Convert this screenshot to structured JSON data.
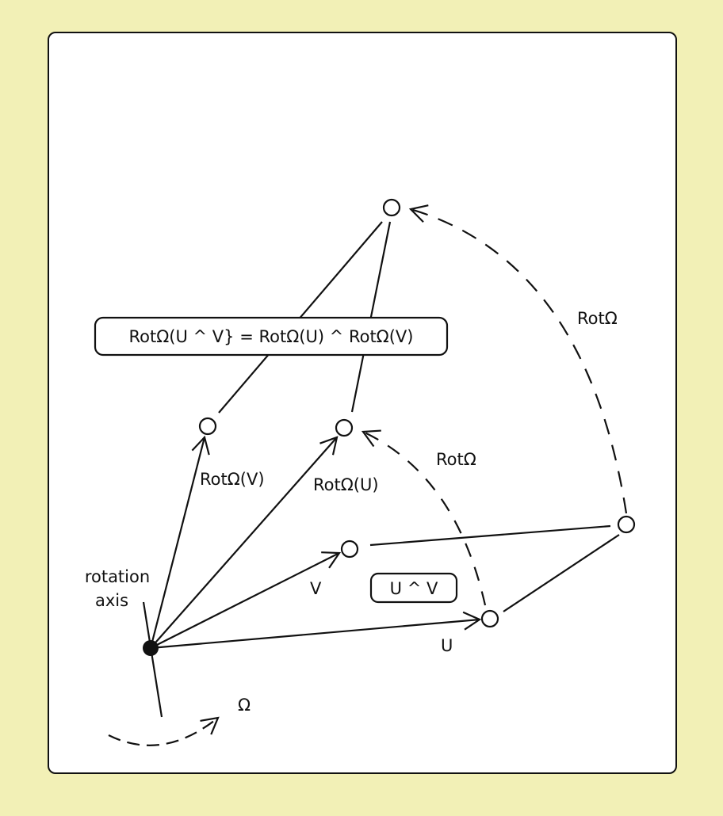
{
  "diagram": {
    "title": "Rotation of a bivector",
    "colors": {
      "background": "#f2f0b6",
      "canvas": "#ffffff",
      "ink": "#111111"
    },
    "labels": {
      "equation": "RotΩ(U ^ V} = RotΩ(U) ^ RotΩ(V)",
      "wedge_box": "U ^ V",
      "rotation_axis_line1": "rotation",
      "rotation_axis_line2": "axis",
      "omega": "Ω",
      "u": "U",
      "v": "V",
      "rot_u": "RotΩ(U)",
      "rot_v": "RotΩ(V)",
      "rot_arc_u": "RotΩ",
      "rot_arc_wedge": "RotΩ"
    },
    "nodes": [
      {
        "id": "origin",
        "kind": "filled"
      },
      {
        "id": "u",
        "kind": "open"
      },
      {
        "id": "v",
        "kind": "open"
      },
      {
        "id": "u-wedge-v",
        "kind": "open"
      },
      {
        "id": "rot-u",
        "kind": "open"
      },
      {
        "id": "rot-v",
        "kind": "open"
      },
      {
        "id": "rot-u-wedge-v",
        "kind": "open"
      }
    ],
    "edges": [
      {
        "from": "origin",
        "to": "u",
        "style": "arrow"
      },
      {
        "from": "origin",
        "to": "v",
        "style": "arrow"
      },
      {
        "from": "origin",
        "to": "rot-u",
        "style": "arrow"
      },
      {
        "from": "origin",
        "to": "rot-v",
        "style": "arrow"
      },
      {
        "from": "v",
        "to": "u-wedge-v",
        "style": "line"
      },
      {
        "from": "u",
        "to": "u-wedge-v",
        "style": "line"
      },
      {
        "from": "rot-v",
        "to": "rot-u-wedge-v",
        "style": "line"
      },
      {
        "from": "rot-u",
        "to": "rot-u-wedge-v",
        "style": "line"
      },
      {
        "from": "u",
        "to": "rot-u",
        "style": "dashed-arc-arrow",
        "label": "RotΩ"
      },
      {
        "from": "u-wedge-v",
        "to": "rot-u-wedge-v",
        "style": "dashed-arc-arrow",
        "label": "RotΩ"
      }
    ]
  }
}
